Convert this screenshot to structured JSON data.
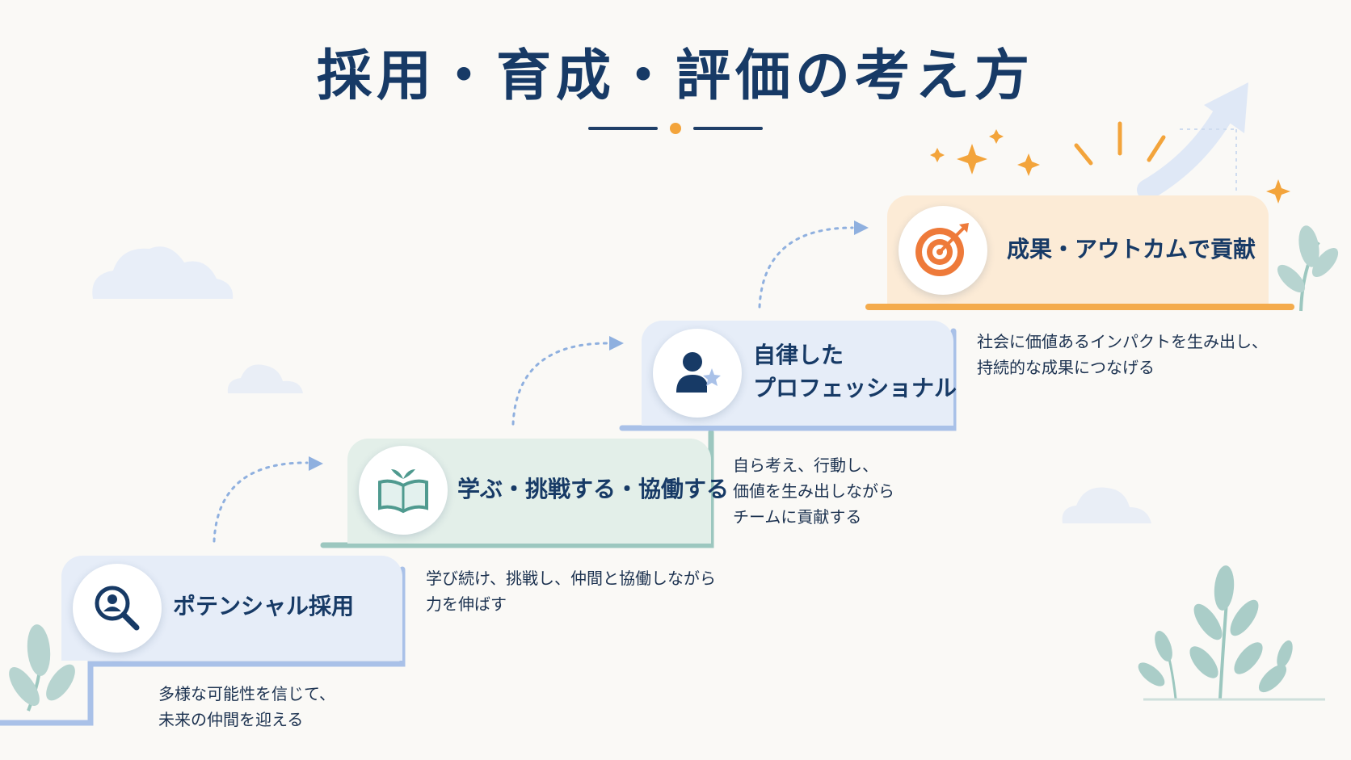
{
  "title": "採用・育成・評価の考え方",
  "steps": [
    {
      "label": "ポテンシャル採用",
      "icon": "magnifier-person-icon",
      "desc": [
        "多様な可能性を信じて、",
        "未来の仲間を迎える"
      ],
      "color": "#e6edf8"
    },
    {
      "label": "学ぶ・挑戦する・協働する",
      "icon": "open-book-sprout-icon",
      "desc": [
        "学び続け、挑戦し、仲間と協働しながら",
        "力を伸ばす"
      ],
      "color": "#e3efe9"
    },
    {
      "label_lines": [
        "自律した",
        "プロフェッショナル"
      ],
      "icon": "person-star-icon",
      "desc": [
        "自ら考え、行動し、",
        "価値を生み出しながら",
        "チームに貢献する"
      ],
      "color": "#e6edf8"
    },
    {
      "label": "成果・アウトカムで貢献",
      "icon": "target-arrow-icon",
      "desc": [
        "社会に価値あるインパクトを生み出し、",
        "持続的な成果につなげる"
      ],
      "color": "#fcebd6"
    }
  ],
  "colors": {
    "title": "#173a66",
    "accent_orange": "#f3a43b",
    "step_blue_border": "#a9c1e8",
    "step_green_border": "#9cc7bf",
    "step_orange_border": "#f4ab4c"
  }
}
